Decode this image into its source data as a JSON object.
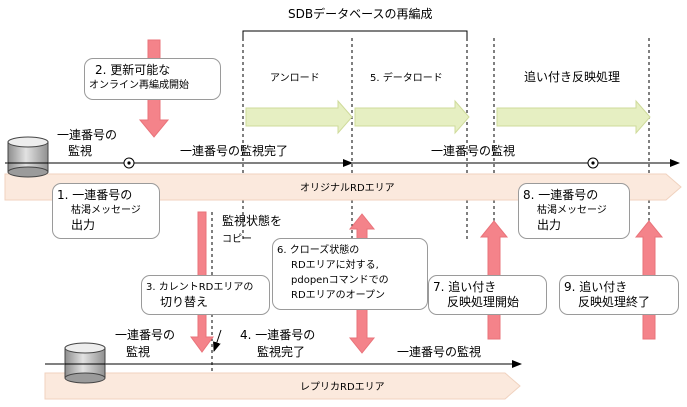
{
  "header": {
    "sdb_reorg": "SDBデータベースの再編成"
  },
  "stages": {
    "unload": "アンロード",
    "data_load": "5. データロード",
    "catch_up": "追い付き反映処理"
  },
  "monitoring": {
    "upper_left": [
      "一連番号の",
      "監視"
    ],
    "upper_complete": "一連番号の監視完了",
    "upper_right": "一連番号の監視",
    "lower_left": [
      "一連番号の",
      "監視"
    ],
    "lower_complete": [
      "4. 一連番号の",
      "監視完了"
    ],
    "lower_right": "一連番号の監視",
    "state_copy": [
      "監視状態を",
      "コピー"
    ]
  },
  "areas": {
    "original": "オリジナルRDエリア",
    "replica": "レプリカRDエリア"
  },
  "steps": {
    "s1": [
      "1. 一連番号の",
      "枯渇メッセージ",
      "出力"
    ],
    "s2": [
      "2. 更新可能な",
      "オンライン再編成開始"
    ],
    "s3": [
      "3. カレントRDエリアの",
      "切り替え"
    ],
    "s6": [
      "6. クローズ状態の",
      "RDエリアに対する,",
      "pdopenコマンドでの",
      "RDエリアのオープン"
    ],
    "s7": [
      "7. 追い付き",
      "反映処理開始"
    ],
    "s8": [
      "8. 一連番号の",
      "枯渇メッセージ",
      "出力"
    ],
    "s9": [
      "9. 追い付き",
      "反映処理終了"
    ]
  },
  "colors": {
    "pink_arrow": "#f4838a",
    "band": "#fbe9dd",
    "stage_arrow": "#e6efc2",
    "db_gray": "#b8b8b8"
  }
}
